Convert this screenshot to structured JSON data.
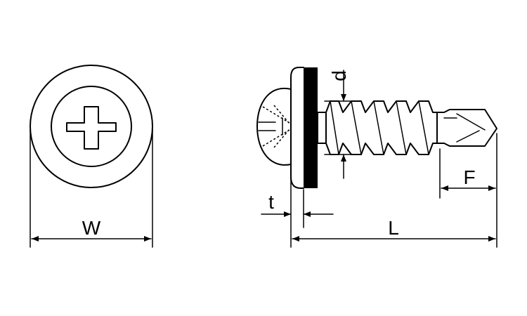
{
  "dimensions": {
    "width_label": "W",
    "length_label": "L",
    "tip_label": "F",
    "thread_diameter_label": "d",
    "washer_thickness_label": "t"
  },
  "colors": {
    "line": "#000000",
    "background": "#ffffff",
    "washer_fill": "#000000"
  },
  "icons": {
    "drive_type": "phillips-cross-recess-icon"
  }
}
